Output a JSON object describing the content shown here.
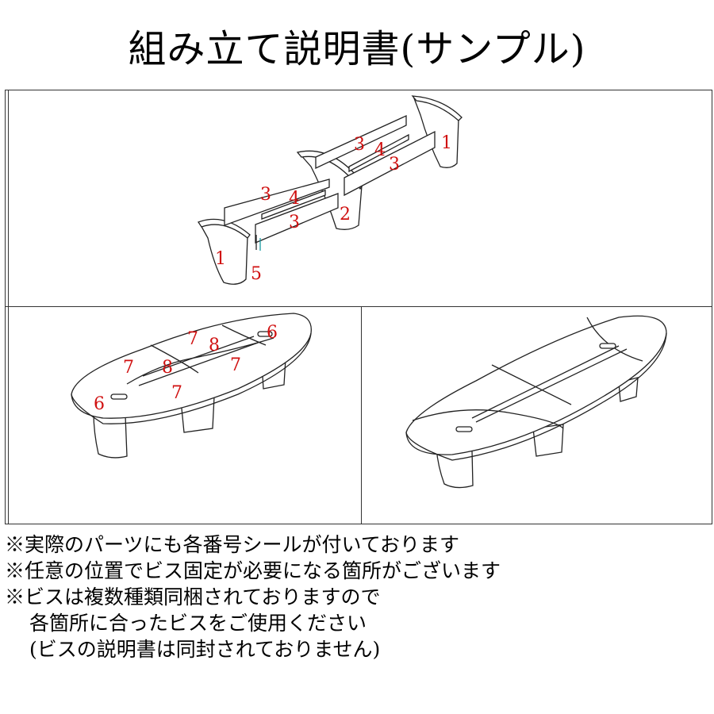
{
  "title": "組み立て説明書(サンプル)",
  "labels": {
    "top": [
      "1",
      "3",
      "4",
      "3",
      "3",
      "4",
      "3",
      "2",
      "1",
      "5"
    ],
    "bottom_left": [
      "6",
      "7",
      "8",
      "7",
      "8",
      "7",
      "7",
      "6"
    ]
  },
  "notes": [
    "※実際のパーツにも各番号シールが付いております",
    "※任意の位置でビス固定が必要になる箇所がございます",
    "※ビスは複数種類同梱されておりますので",
    "各箇所に合ったビスをご使用ください",
    "(ビスの説明書は同封されておりません)"
  ]
}
